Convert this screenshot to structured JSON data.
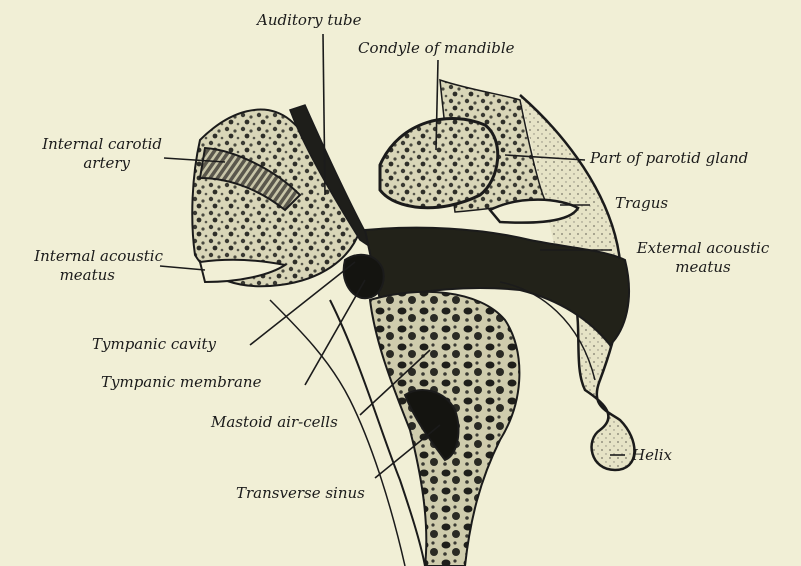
{
  "figure": {
    "background": "#f1efd6",
    "ink": "#1b1b1b",
    "labels": {
      "auditory_tube": "Auditory tube",
      "condyle": "Condyle of mandible",
      "internal_carotid_1": "Internal carotid",
      "internal_carotid_2": "artery",
      "parotid": "Part of parotid gland",
      "tragus": "Tragus",
      "internal_acoustic_1": "Internal acoustic",
      "internal_acoustic_2": "meatus",
      "external_acoustic_1": "External acoustic",
      "external_acoustic_2": "meatus",
      "tympanic_cavity": "Tympanic cavity",
      "tympanic_membrane": "Tympanic membrane",
      "mastoid": "Mastoid air-cells",
      "helix": "Helix",
      "transverse_sinus": "Transverse sinus"
    }
  }
}
